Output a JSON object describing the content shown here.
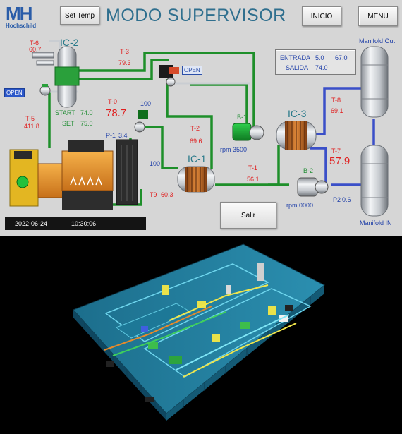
{
  "header": {
    "logo_text": "MH",
    "logo_sub": "Hochschild",
    "set_temp_label": "Set Temp",
    "title": "MODO SUPERVISOR",
    "inicio_label": "INICIO",
    "menu_label": "MENU"
  },
  "units": {
    "ic2": "IC-2",
    "ic1": "IC-1",
    "ic3": "IC-3",
    "b1": "B-1",
    "b2": "B-2",
    "p1": "P-1",
    "manifold_out": "Manifold Out",
    "manifold_in": "Manifold IN"
  },
  "sensors": {
    "t6": {
      "label": "T-6",
      "value": "60.7"
    },
    "t3": {
      "label": "T-3",
      "value": "79.3"
    },
    "t5": {
      "label": "T-5",
      "value": "411.8"
    },
    "t0": {
      "label": "T-0",
      "value": "78.7"
    },
    "t2": {
      "label": "T-2",
      "value": "69.6"
    },
    "t1": {
      "label": "T-1",
      "value": "56.1"
    },
    "t8": {
      "label": "T-8",
      "value": "69.1"
    },
    "t7": {
      "label": "T-7",
      "value": "57.9"
    },
    "t9": {
      "label": "T9",
      "value": "60.3"
    }
  },
  "setpoints": {
    "start_label": "START",
    "start_value": "74.0",
    "set_label": "SET",
    "set_value": "75.0"
  },
  "valves": {
    "open_top": "OPEN",
    "open_left": "OPEN",
    "v100_top": "100",
    "v100_mid": "100"
  },
  "pumps": {
    "p1_value": "3.4",
    "b1_rpm_label": "rpm",
    "b1_rpm": "3500",
    "b2_rpm_label": "rpm",
    "b2_rpm": "0000",
    "p2_label": "P2",
    "p2_value": "0.6"
  },
  "info": {
    "entrada_label": "ENTRADA",
    "entrada_v1": "5.0",
    "entrada_v2": "67.0",
    "salida_label": "SALIDA",
    "salida_v": "74.0"
  },
  "footer": {
    "date": "2022-06-24",
    "time": "10:30:06",
    "salir_label": "Salir"
  },
  "colors": {
    "panel_bg": "#d6d6d6",
    "pipe_green": "#1e8f2a",
    "pipe_blue": "#3a4fc8",
    "title_color": "#2f6f8e",
    "alarm_red": "#e01f1f",
    "container_teal": "#1f6d8a"
  }
}
